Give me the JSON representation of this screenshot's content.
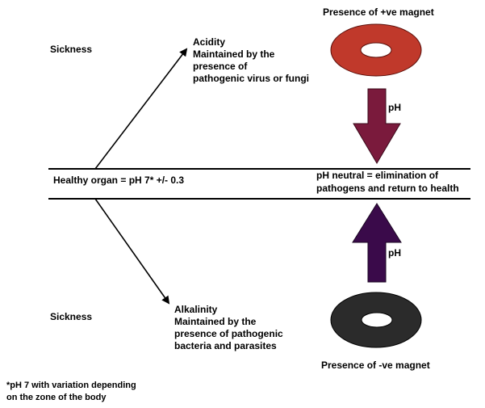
{
  "top": {
    "magnet_label": "Presence of +ve magnet",
    "sickness_label": "Sickness",
    "state_title": "Acidity",
    "state_lines": [
      "Maintained by the",
      "presence of",
      "pathogenic virus or fungi"
    ],
    "arrow_label": "pH",
    "magnet_color": "#c0392b",
    "arrow_color": "#7a1a3c"
  },
  "middle": {
    "healthy_label": "Healthy organ = pH 7* +/- 0.3",
    "neutral_lines": [
      "pH neutral = elimination of",
      "pathogens and return to health"
    ]
  },
  "bottom": {
    "magnet_label": "Presence of -ve magnet",
    "sickness_label": "Sickness",
    "state_title": "Alkalinity",
    "state_lines": [
      "Maintained by the",
      "presence of pathogenic",
      "bacteria and parasites"
    ],
    "arrow_label": "pH",
    "magnet_color": "#2b2b2b",
    "arrow_color": "#3a0a4a"
  },
  "footnote_lines": [
    "*pH 7 with variation depending",
    "on the zone of the body"
  ]
}
